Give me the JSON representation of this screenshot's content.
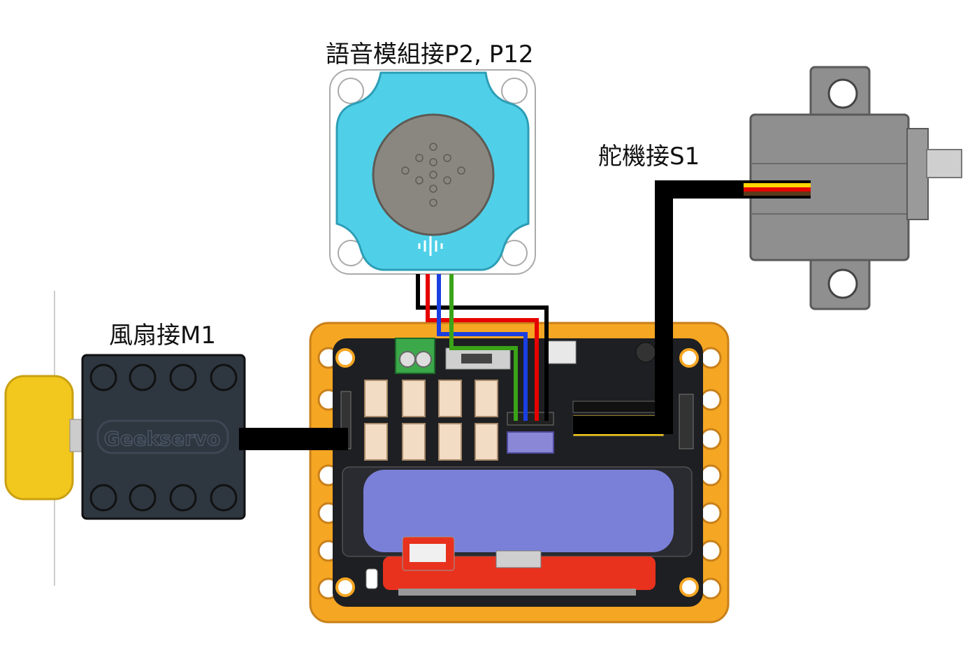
{
  "labels": {
    "voice_module": "語音模組接P2, P12",
    "servo": "舵機接S1",
    "fan": "風扇接M1"
  },
  "fan_brand": "Geekservo",
  "colors": {
    "voice_blue": "#4fd0e8",
    "board_orange": "#f5a623",
    "board_black": "#1e1f22",
    "battery_blue": "#7a80d8",
    "microbit_red": "#e8321e",
    "servo_gray": "#8f8f8f",
    "fan_yellow": "#f2c81e",
    "fan_body": "#2e3640",
    "wire_black": "#000000",
    "wire_red": "#e60000",
    "wire_blue": "#1a3fe0",
    "wire_green": "#3aa317",
    "wire_yellow": "#ffd500"
  }
}
